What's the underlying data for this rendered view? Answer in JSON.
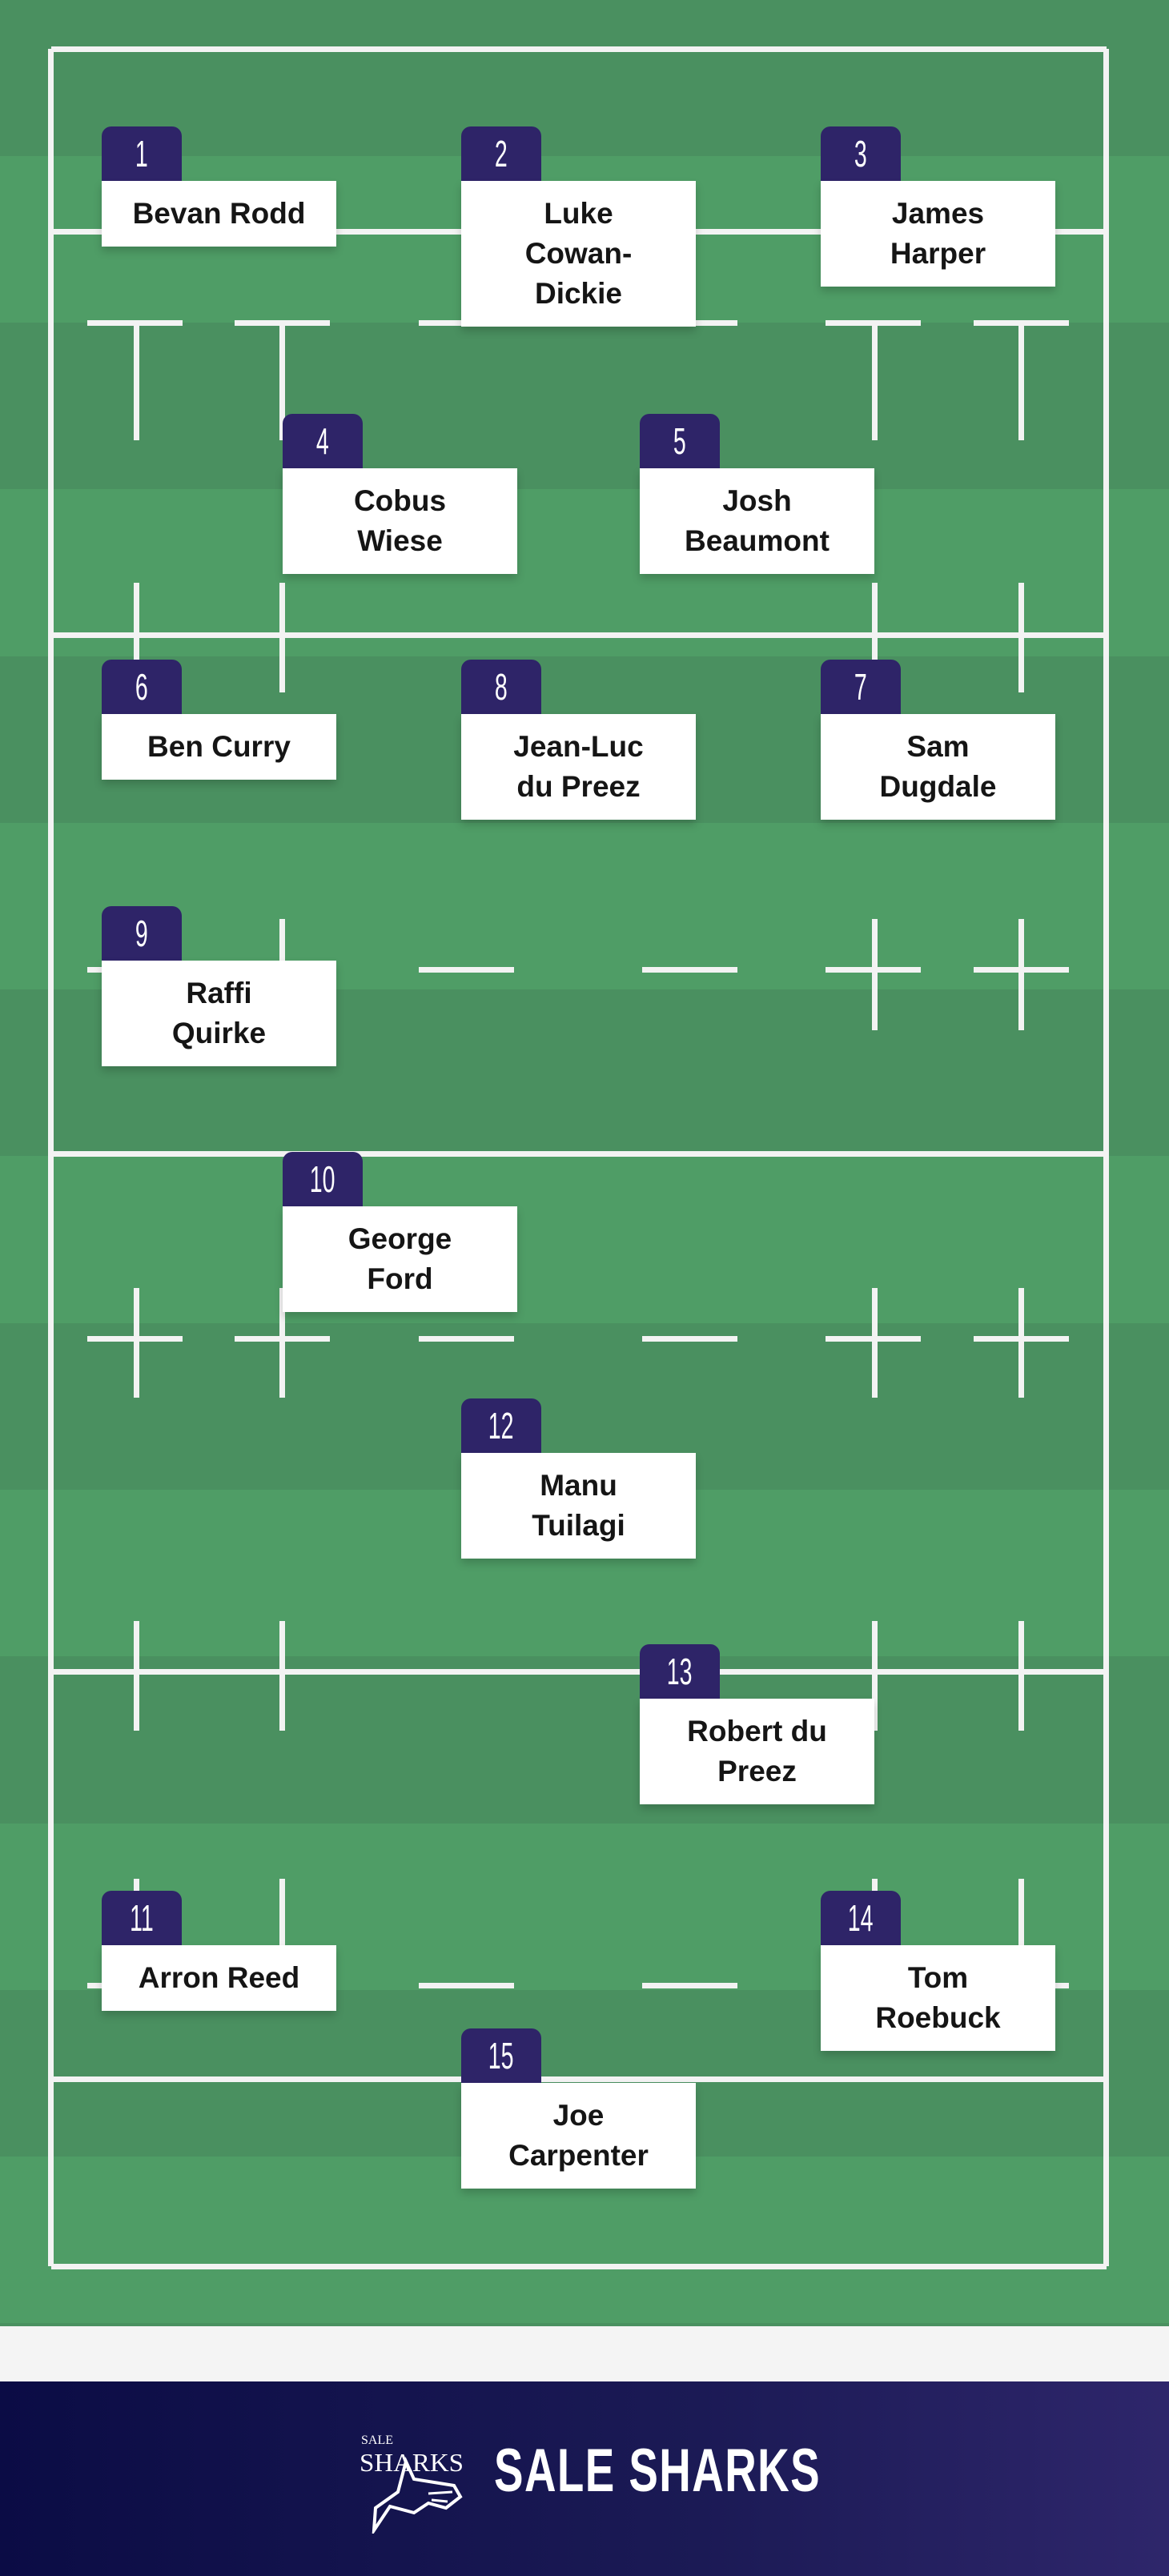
{
  "colors": {
    "stripe_dark": "#4a9060",
    "stripe_light": "#4f9d66",
    "line": "#f3f3f3",
    "badge": "#2e2468",
    "footer_start": "#0b0c45",
    "footer_end": "#2e266b"
  },
  "players": [
    {
      "number": "1",
      "lines": [
        "Bevan Rodd"
      ]
    },
    {
      "number": "2",
      "lines": [
        "Luke",
        "Cowan-",
        "Dickie"
      ]
    },
    {
      "number": "3",
      "lines": [
        "James",
        "Harper"
      ]
    },
    {
      "number": "4",
      "lines": [
        "Cobus",
        "Wiese"
      ]
    },
    {
      "number": "5",
      "lines": [
        "Josh",
        "Beaumont"
      ]
    },
    {
      "number": "6",
      "lines": [
        "Ben Curry"
      ]
    },
    {
      "number": "8",
      "lines": [
        "Jean-Luc",
        "du Preez"
      ]
    },
    {
      "number": "7",
      "lines": [
        "Sam",
        "Dugdale"
      ]
    },
    {
      "number": "9",
      "lines": [
        "Raffi",
        "Quirke"
      ]
    },
    {
      "number": "10",
      "lines": [
        "George",
        "Ford"
      ]
    },
    {
      "number": "12",
      "lines": [
        "Manu",
        "Tuilagi"
      ]
    },
    {
      "number": "13",
      "lines": [
        "Robert du",
        "Preez"
      ]
    },
    {
      "number": "11",
      "lines": [
        "Arron Reed"
      ]
    },
    {
      "number": "14",
      "lines": [
        "Tom",
        "Roebuck"
      ]
    },
    {
      "number": "15",
      "lines": [
        "Joe",
        "Carpenter"
      ]
    }
  ],
  "footer": {
    "logo_small_top": "SALE",
    "logo_small_main": "SHARKS",
    "team_name": "SALE SHARKS"
  }
}
